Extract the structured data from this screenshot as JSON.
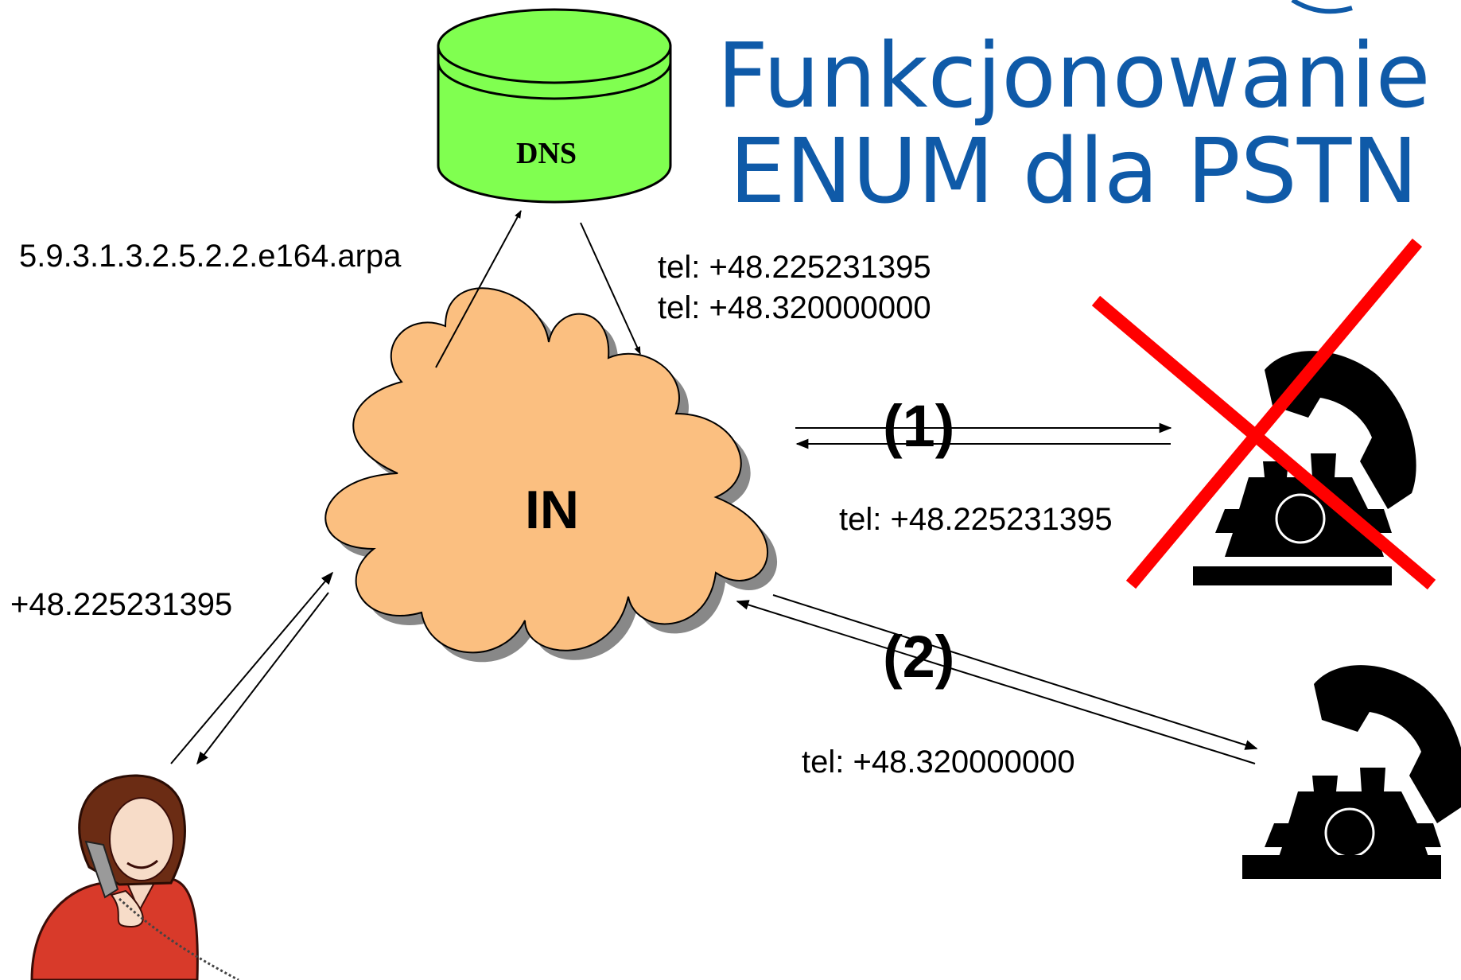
{
  "title": {
    "line1": "Funkcjonowanie",
    "line2": "ENUM dla PSTN"
  },
  "nodes": {
    "dns": "DNS",
    "network": "IN"
  },
  "labels": {
    "query": "5.9.3.1.3.2.5.2.2.e164.arpa",
    "response_line1": "tel: +48.225231395",
    "response_line2": "tel: +48.320000000",
    "dialed_number": "+48.225231395",
    "attempt1_number": "tel: +48.225231395",
    "attempt2_number": "tel: +48.320000000",
    "attempt1_step": "(1)",
    "attempt2_step": "(2)"
  },
  "colors": {
    "title": "#0f5aa8",
    "dns": "#80ff50",
    "cloud": "#fbbf80",
    "cross": "#ff0000",
    "phone": "#000000"
  }
}
